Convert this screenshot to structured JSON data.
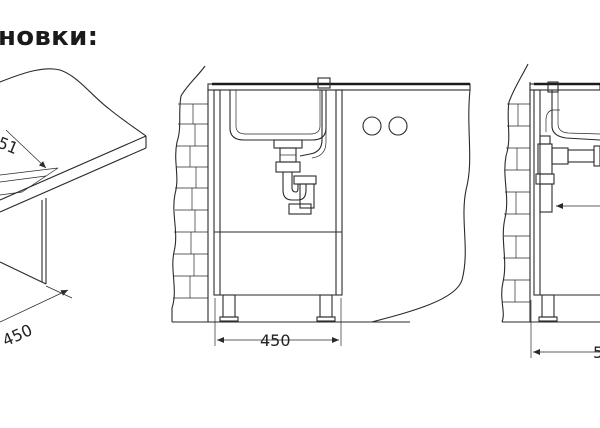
{
  "title": "новки:",
  "dimensions": {
    "perspective_depth": "51",
    "perspective_width": "450",
    "cabinet_width": "450",
    "right_width_partial": "5"
  },
  "colors": {
    "line": "#2a2a2a",
    "background": "#ffffff"
  }
}
